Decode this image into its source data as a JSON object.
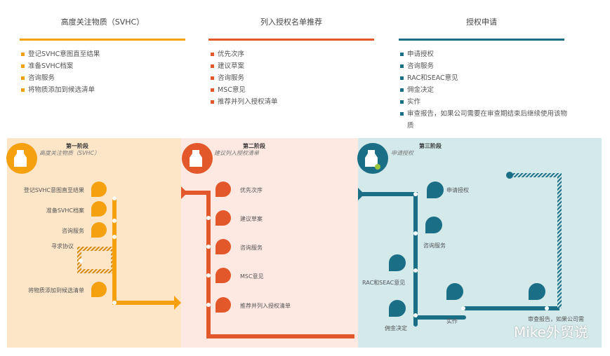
{
  "columns": [
    {
      "title": "高度关注物质（SVHC）",
      "color": "#f5a00f",
      "items": [
        "登记SVHC意图直至结果",
        "准备SVHC档案",
        "咨询服务",
        "将物质添加到候选清单"
      ]
    },
    {
      "title": "列入授权名单推荐",
      "color": "#e2582a",
      "items": [
        "优先次序",
        "建议草案",
        "咨询服务",
        "MSC意见",
        "推荐并列入授权清单"
      ]
    },
    {
      "title": "授权申请",
      "color": "#1a6f87",
      "items": [
        "申请授权",
        "咨询服务",
        "RAC和SEAC意见",
        "佣金决定",
        "实作",
        "审查报告，如果公司需要在审查期结束后继续使用该物质"
      ]
    }
  ],
  "stages": [
    {
      "stage": "第一阶段",
      "subtitle": "高度关注物质（SVHC）",
      "bg": "#fde6c8",
      "color": "#f5a00f",
      "items": [
        "登记SVHC意图直至结果",
        "准备SVHC档案",
        "咨询服务",
        "寻求协议",
        "将物质添加到候选清单"
      ]
    },
    {
      "stage": "第二阶段",
      "subtitle": "建议列入授权清单",
      "bg": "#fde8e2",
      "color": "#e2582a",
      "items": [
        "优先次序",
        "建议草案",
        "咨询服务",
        "MSC意见",
        "推荐并列入授权清单"
      ]
    },
    {
      "stage": "第三阶段",
      "subtitle": "申请授权",
      "bg": "#d3e9ea",
      "color": "#1a6f87",
      "items": [
        "申请授权",
        "咨询服务",
        "RAC和SEAC意见",
        "佣金决定",
        "实作",
        "审查报告，如果公司需"
      ]
    }
  ],
  "watermark": "Mike外贸说"
}
